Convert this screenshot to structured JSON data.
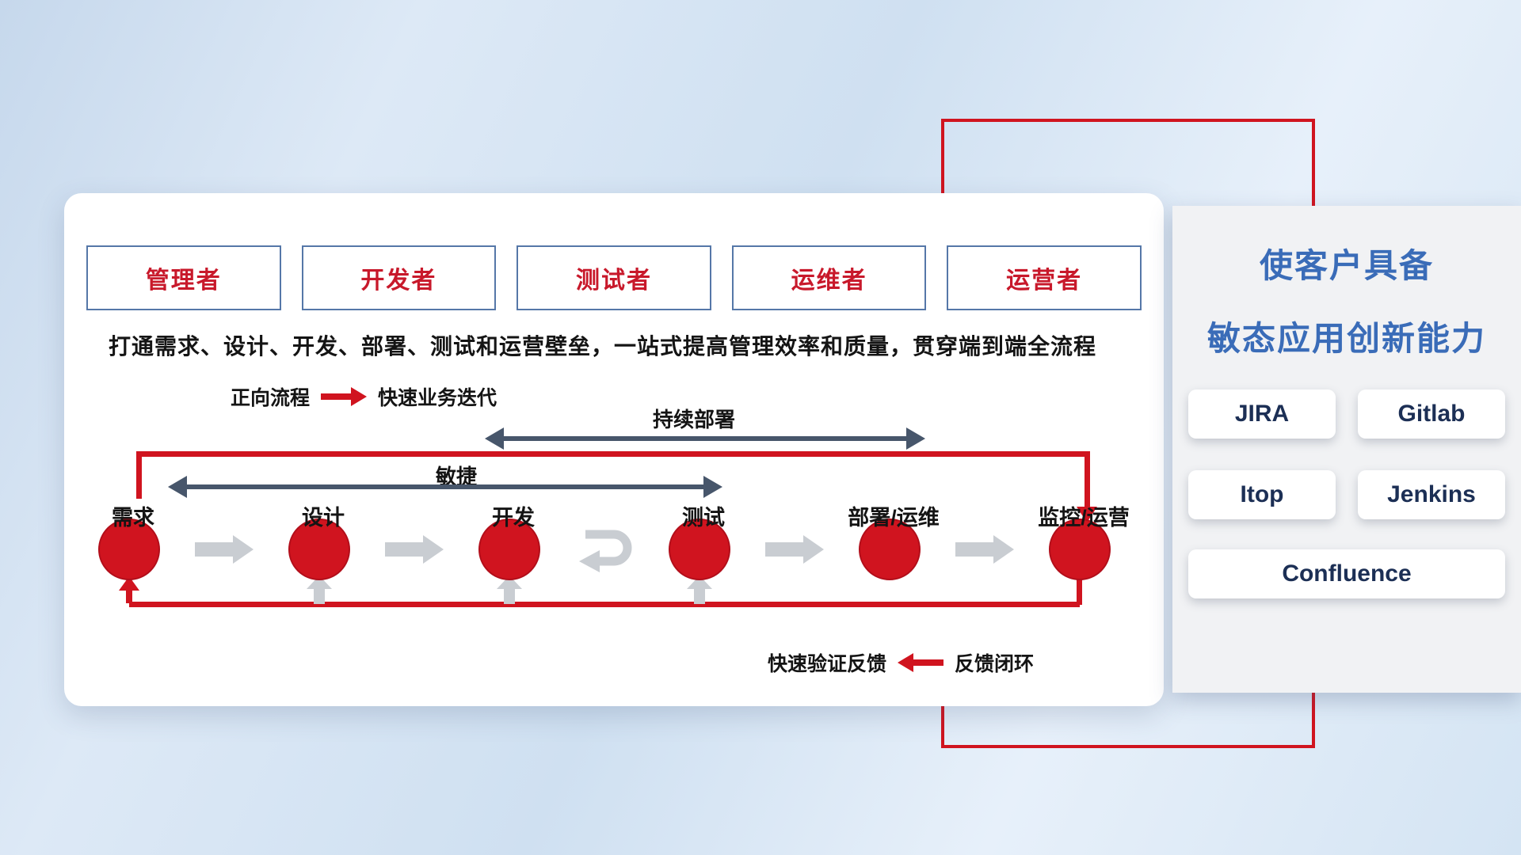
{
  "roles": [
    {
      "label": "管理者"
    },
    {
      "label": "开发者"
    },
    {
      "label": "测试者"
    },
    {
      "label": "运维者"
    },
    {
      "label": "运营者"
    }
  ],
  "subtitle": "打通需求、设计、开发、部署、测试和运营壁垒，一站式提高管理效率和质量，贯穿端到端全流程",
  "legend_forward": {
    "label": "正向流程",
    "text": "快速业务迭代"
  },
  "legend_feedback": {
    "label": "快速验证反馈",
    "text": "反馈闭环"
  },
  "flow": {
    "continuous_label": "持续部署",
    "agile_label": "敏捷",
    "nodes": [
      {
        "label": "需求"
      },
      {
        "label": "设计"
      },
      {
        "label": "开发"
      },
      {
        "label": "测试"
      },
      {
        "label": "部署/运维"
      },
      {
        "label": "监控/运营"
      }
    ]
  },
  "right_panel": {
    "title_line1": "使客户具备",
    "title_line2": "敏态应用创新能力",
    "tools": [
      {
        "label": "JIRA"
      },
      {
        "label": "Gitlab"
      },
      {
        "label": "Itop"
      },
      {
        "label": "Jenkins"
      },
      {
        "label": "Confluence"
      }
    ]
  },
  "colors": {
    "red": "#d0141f",
    "role_border_blue": "#5577a8",
    "panel_title_blue": "#3a6cb8",
    "tool_text_navy": "#1c2f55",
    "dark_arrow": "#47566b",
    "gray_arrow": "#c9cdd2"
  }
}
